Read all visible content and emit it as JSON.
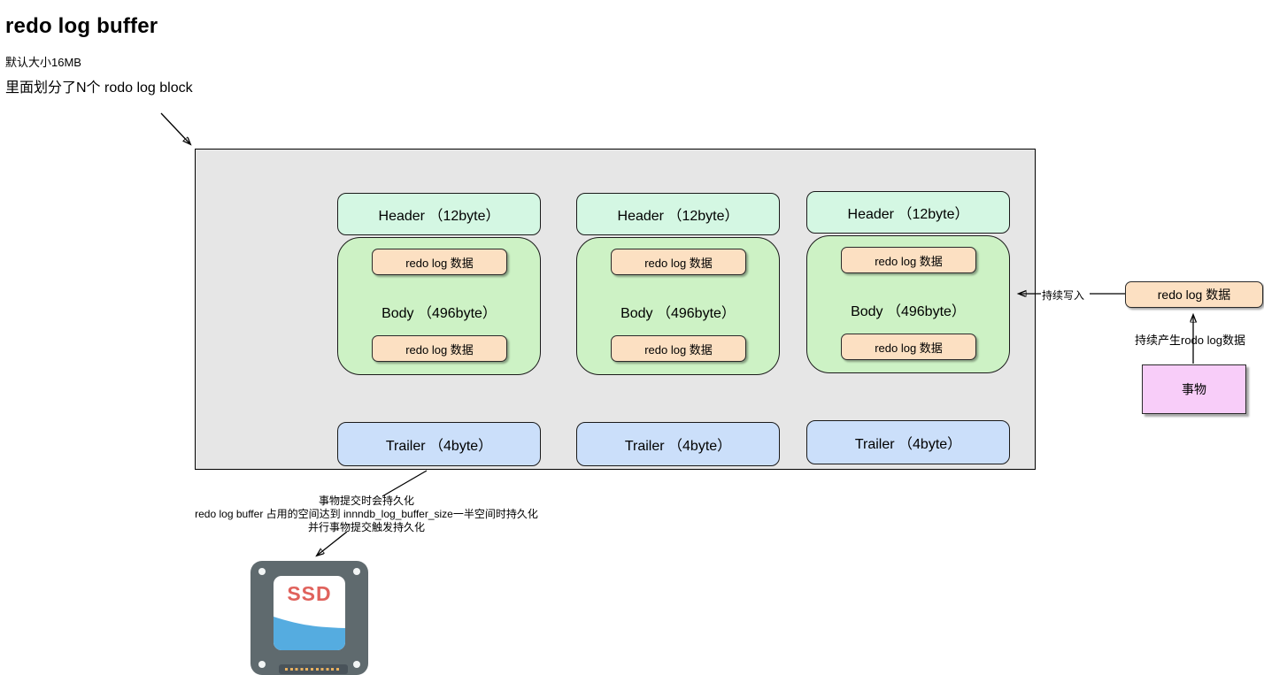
{
  "title": "redo log buffer",
  "notes": {
    "default_size": "默认大小16MB",
    "division": "里面划分了N个 rodo log block"
  },
  "buffer": {
    "block_count": 3,
    "header_label": "Header （12byte）",
    "body_label": "Body （496byte）",
    "trailer_label": "Trailer （4byte）",
    "redo_chip_label": "redo log 数据"
  },
  "right": {
    "write_arrow_label": "持续写入",
    "redo_box_label": "redo log 数据",
    "produce_label": "持续产生rodo log数据",
    "transaction_label": "事物"
  },
  "persist": {
    "line1": "事物提交时会持久化",
    "line2": "redo log buffer 占用的空间达到  innndb_log_buffer_size一半空间时持久化",
    "line3": "并行事物提交触发持久化"
  },
  "ssd": {
    "label": "SSD"
  },
  "colors": {
    "buffer_fill": "#e6e6e6",
    "header_fill": "#d4f7e3",
    "body_fill": "#cdf2c5",
    "trailer_fill": "#cbdffa",
    "redo_fill": "#fce0c2",
    "transaction_fill": "#f8cdf9",
    "ssd_body": "#5f6a6e",
    "ssd_text": "#e0625c",
    "ssd_wave": "#55ace0",
    "ssd_pins": "#eab261"
  }
}
